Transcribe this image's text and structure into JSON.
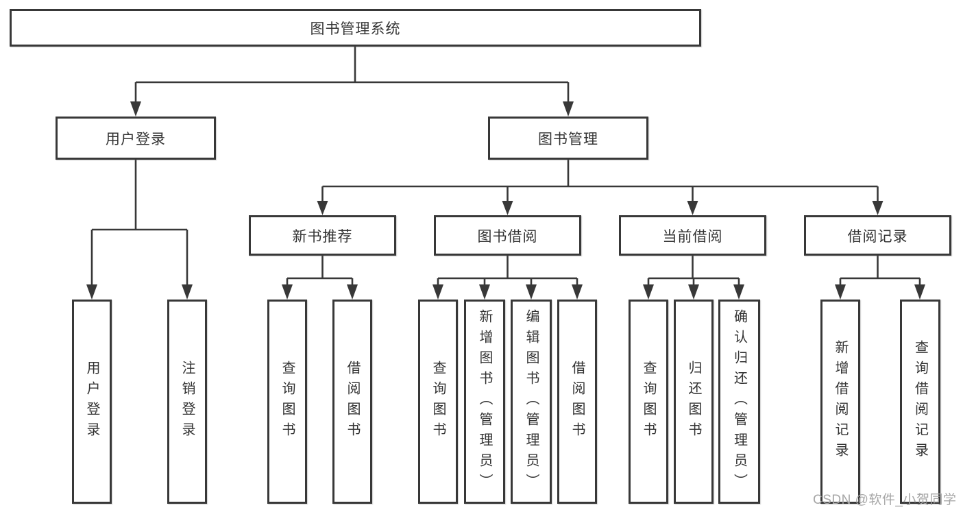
{
  "diagram": {
    "title": "图书管理系统",
    "root": {
      "label": "图书管理系统"
    },
    "level2": [
      {
        "id": "user-login",
        "label": "用户登录"
      },
      {
        "id": "book-management",
        "label": "图书管理"
      }
    ],
    "level3": [
      {
        "id": "new-book-recommend",
        "label": "新书推荐",
        "parent": "图书管理"
      },
      {
        "id": "book-borrowing",
        "label": "图书借阅",
        "parent": "图书管理"
      },
      {
        "id": "current-borrowing",
        "label": "当前借阅",
        "parent": "图书管理"
      },
      {
        "id": "borrowing-records",
        "label": "借阅记录",
        "parent": "图书管理"
      }
    ],
    "leaves": [
      {
        "label": "用户登录",
        "parent": "用户登录"
      },
      {
        "label": "注销登录",
        "parent": "用户登录"
      },
      {
        "label": "查询图书",
        "parent": "新书推荐"
      },
      {
        "label": "借阅图书",
        "parent": "新书推荐"
      },
      {
        "label": "查询图书",
        "parent": "图书借阅"
      },
      {
        "label": "新增图书（管理员）",
        "parent": "图书借阅"
      },
      {
        "label": "编辑图书（管理员）",
        "parent": "图书借阅"
      },
      {
        "label": "借阅图书",
        "parent": "图书借阅"
      },
      {
        "label": "查询图书",
        "parent": "当前借阅"
      },
      {
        "label": "归还图书",
        "parent": "当前借阅"
      },
      {
        "label": "确认归还（管理员）",
        "parent": "当前借阅"
      },
      {
        "label": "新增借阅记录",
        "parent": "借阅记录"
      },
      {
        "label": "查询借阅记录",
        "parent": "借阅记录"
      }
    ],
    "watermark": "CSDN @软件_小贺同学",
    "colors": {
      "line": "#383838",
      "text": "#333333",
      "box_background": "#ffffff",
      "watermark": "#a6a6a6"
    }
  }
}
